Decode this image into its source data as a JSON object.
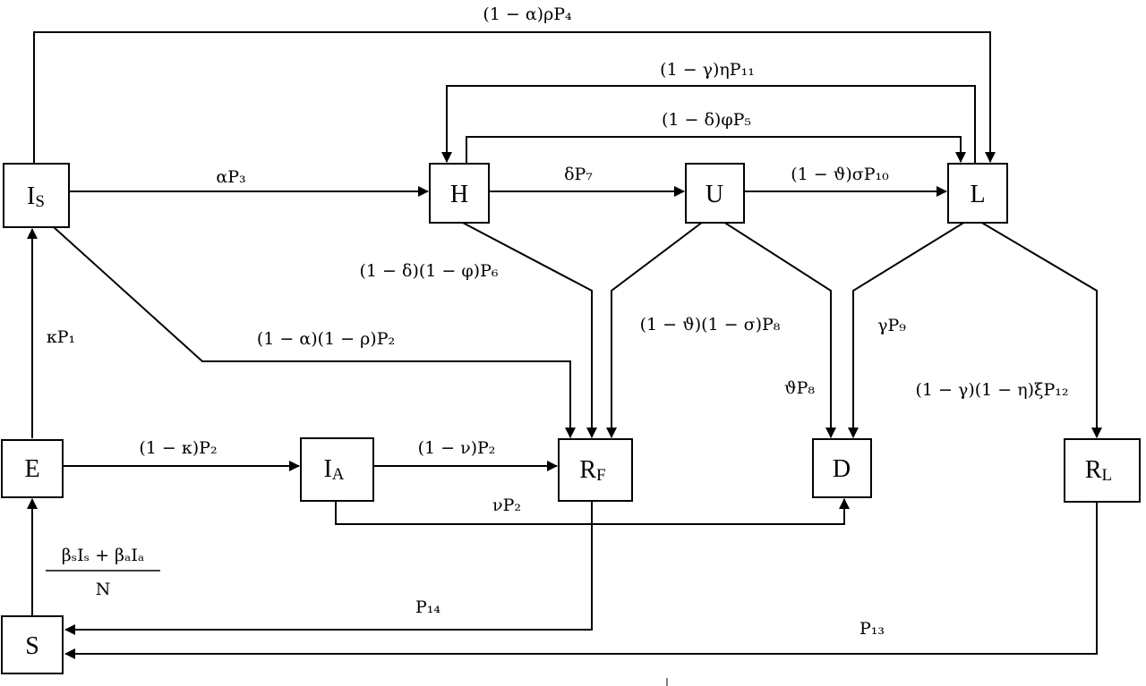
{
  "nodes": {
    "S": {
      "main": "S",
      "sub": ""
    },
    "E": {
      "main": "E",
      "sub": ""
    },
    "Is": {
      "main": "I",
      "sub": "S"
    },
    "Ia": {
      "main": "I",
      "sub": "A"
    },
    "H": {
      "main": "H",
      "sub": ""
    },
    "U": {
      "main": "U",
      "sub": ""
    },
    "L": {
      "main": "L",
      "sub": ""
    },
    "Rf": {
      "main": "R",
      "sub": "F"
    },
    "D": {
      "main": "D",
      "sub": ""
    },
    "Rl": {
      "main": "R",
      "sub": "L"
    }
  },
  "labels": {
    "is_to_l": "(1 − α)ρP₄",
    "l_to_h": "(1 − γ)ηP₁₁",
    "h_to_l": "(1 − δ)φP₅",
    "is_to_h": "αP₃",
    "h_to_u": "δP₇",
    "u_to_l": "(1 − ϑ)σP₁₀",
    "h_to_rf": "(1 − δ)(1 − φ)P₆",
    "u_to_rf": "(1 − ϑ)(1 − σ)P₈",
    "l_to_d": "γP₉",
    "u_to_d": "ϑP₈",
    "l_to_rl": "(1 − γ)(1 − η)ξP₁₂",
    "e_to_is": "κP₁",
    "is_to_rf": "(1 − α)(1 − ρ)P₂",
    "e_to_ia": "(1 − κ)P₂",
    "ia_to_rf": "(1 − ν)P₂",
    "ia_to_d": "νP₂",
    "s_to_e_num": "βₛIₛ + βₐIₐ",
    "s_to_e_den": "N",
    "rf_to_s": "P₁₄",
    "rl_to_s": "P₁₃"
  }
}
